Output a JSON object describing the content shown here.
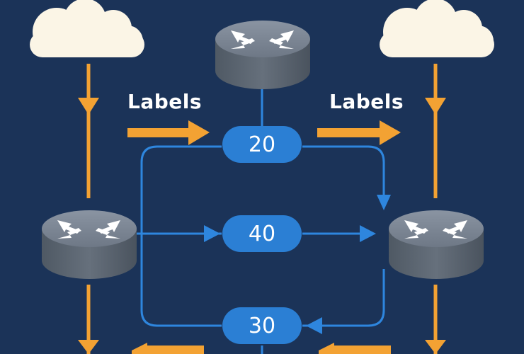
{
  "diagram": {
    "flow_labels": {
      "left": "Labels",
      "right": "Labels"
    },
    "label_values": {
      "top": "20",
      "middle": "40",
      "bottom": "30"
    },
    "colors": {
      "background": "#1b3358",
      "cloud": "#fbf5e6",
      "router_top": "#7c8694",
      "router_side": "#5c6672",
      "label_pill": "#2b7fd4",
      "link_line": "#2e86de",
      "orange_arrow": "#f3a233"
    },
    "icons": [
      "cloud-icon",
      "router-icon",
      "arrow-icon"
    ]
  }
}
